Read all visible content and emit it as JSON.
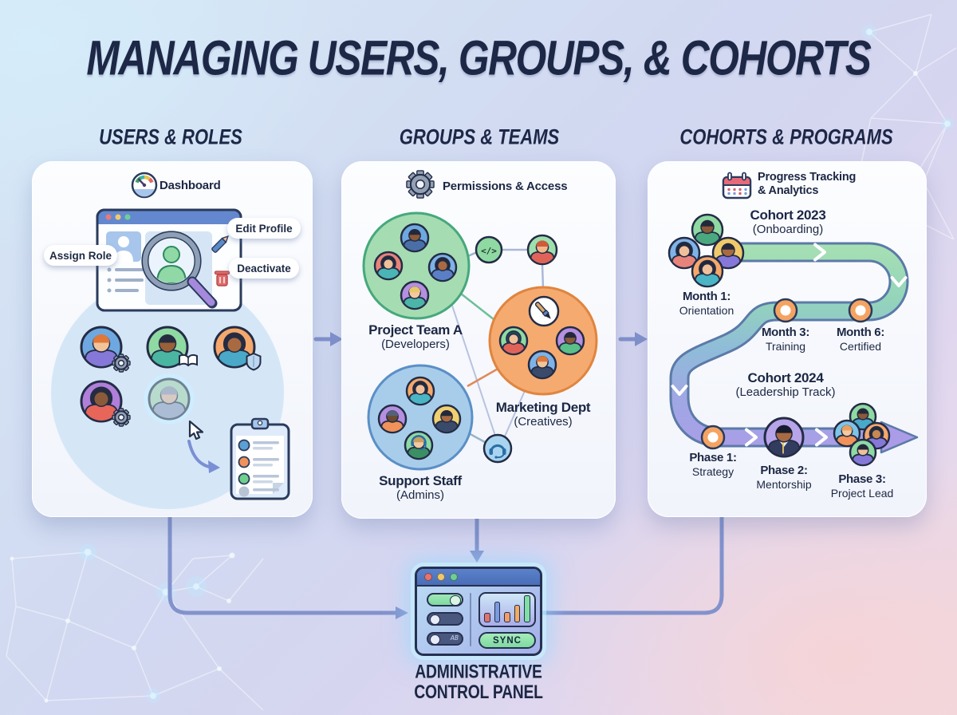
{
  "page": {
    "title": "MANAGING USERS, GROUPS, & COHORTS"
  },
  "section_headers": [
    {
      "label": "USERS & ROLES"
    },
    {
      "label": "GROUPS & TEAMS"
    },
    {
      "label": "COHORTS & PROGRAMS"
    }
  ],
  "users_panel": {
    "title": "Dashboard",
    "chip_assign": "Assign Role",
    "chip_edit": "Edit Profile",
    "chip_deactivate": "Deactivate",
    "browser_dot_colors": [
      "#e87a7a",
      "#f0c96a",
      "#6fcf97"
    ],
    "avatars": [
      {
        "bg": "#6fa8e0",
        "skin": "#f2c49a",
        "hair": "#e0783a",
        "shirt": "#8578d8",
        "type": "man",
        "badge": "gear"
      },
      {
        "bg": "#8fd9a3",
        "skin": "#9a6038",
        "hair": "#262c40",
        "shirt": "#4ab5a0",
        "type": "man",
        "badge": "book"
      },
      {
        "bg": "#f5a86b",
        "skin": "#a96a42",
        "hair": "#262c40",
        "shirt": "#4aa8c8",
        "type": "woman",
        "badge": "shield"
      },
      {
        "bg": "#b07fd9",
        "skin": "#8a5a3a",
        "hair": "#262c40",
        "shirt": "#e8655a",
        "type": "woman",
        "badge": "gear"
      },
      {
        "bg": "#9fd4ac",
        "skin": "#d8b49a",
        "hair": "#8a93a8",
        "shirt": "#8a9cb8",
        "type": "man",
        "badge": "none",
        "faded": true
      }
    ],
    "clipboard_row_colors": [
      "#5b9fd4",
      "#f0925a",
      "#6fcf8f",
      "#b8c4d4"
    ]
  },
  "groups_panel": {
    "title": "Permissions & Access",
    "code_badge_text": "</>",
    "clusters": [
      {
        "name": "Project Team A",
        "subtitle": "(Developers)",
        "fill": "#a5dcb2",
        "stroke": "#46a87c"
      },
      {
        "name": "Marketing Dept",
        "subtitle": "(Creatives)",
        "fill": "#f5aa70",
        "stroke": "#e0853f"
      },
      {
        "name": "Support Staff",
        "subtitle": "(Admins)",
        "fill": "#a8cdea",
        "stroke": "#5b8fc7"
      }
    ],
    "project_avatars": [
      {
        "bg": "#6fa8e0",
        "skin": "#8a5a3a",
        "hair": "#23283a",
        "shirt": "#4a6fa8",
        "type": "man"
      },
      {
        "bg": "#e8837a",
        "skin": "#f0c09a",
        "hair": "#23283a",
        "shirt": "#4ab5b5",
        "type": "woman"
      },
      {
        "bg": "#7fb3e8",
        "skin": "#a96a42",
        "hair": "#23283a",
        "shirt": "#5b7fc7",
        "type": "woman"
      },
      {
        "bg": "#b58fe0",
        "skin": "#f2c9a0",
        "hair": "#e8c96a",
        "shirt": "#4ab5a8",
        "type": "man"
      }
    ],
    "lone_avatar": {
      "bg": "#9fdfae",
      "skin": "#f0b88a",
      "hair": "#d05a3a",
      "shirt": "#e0635a",
      "type": "man"
    },
    "marketing_avatars": [
      {
        "bg": "#8fd9a3",
        "skin": "#f0c09a",
        "hair": "#1e4a55",
        "shirt": "#e0635a",
        "type": "woman"
      },
      {
        "bg": "#b58fe0",
        "skin": "#8a5a3a",
        "hair": "#23283a",
        "shirt": "#5bbf8a",
        "type": "man"
      },
      {
        "bg": "#7fb3e8",
        "skin": "#f2c49a",
        "hair": "#e0783a",
        "shirt": "#3a4a6b",
        "type": "man"
      }
    ],
    "support_avatars": [
      {
        "bg": "#f5a86b",
        "skin": "#f0c09a",
        "hair": "#23283a",
        "shirt": "#4ab5c4",
        "type": "woman"
      },
      {
        "bg": "#b58fe0",
        "skin": "#6b4a2e",
        "hair": "#55607a",
        "shirt": "#f0925a",
        "type": "man"
      },
      {
        "bg": "#f0d070",
        "skin": "#a96a42",
        "hair": "#23283a",
        "shirt": "#3a4a6b",
        "type": "man"
      },
      {
        "bg": "#8fd9a3",
        "skin": "#f2c9a0",
        "hair": "#c8a060",
        "shirt": "#3a8f63",
        "type": "headset"
      }
    ]
  },
  "cohorts_panel": {
    "title_line1": "Progress Tracking",
    "title_line2": "& Analytics",
    "milestones": [
      {
        "title": "Cohort 2023",
        "subtitle": "(Onboarding)"
      },
      {
        "title": "Month 1:",
        "subtitle": "Orientation"
      },
      {
        "title": "Month 3:",
        "subtitle": "Training"
      },
      {
        "title": "Month 6:",
        "subtitle": "Certified"
      },
      {
        "title": "Cohort 2024",
        "subtitle": "(Leadership Track)"
      },
      {
        "title": "Phase 1:",
        "subtitle": "Strategy"
      },
      {
        "title": "Phase 2:",
        "subtitle": "Mentorship"
      },
      {
        "title": "Phase 3:",
        "subtitle": "Project Lead"
      }
    ],
    "milestone_ring_color": "#f5a362",
    "path_colors": [
      "#a8e0b2",
      "#93d4bb",
      "#8fbcd8",
      "#9fa8e4",
      "#ab9ce8"
    ],
    "cohort1_avatars": [
      {
        "bg": "#8fd9a3",
        "skin": "#8a5a3a",
        "hair": "#23283a",
        "shirt": "#4aa87f",
        "type": "man"
      },
      {
        "bg": "#7fb3e8",
        "skin": "#f0c09a",
        "hair": "#23283a",
        "shirt": "#e8837a",
        "type": "woman"
      },
      {
        "bg": "#f0c96a",
        "skin": "#a96a42",
        "hair": "#23283a",
        "shirt": "#8578d8",
        "type": "man"
      },
      {
        "bg": "#f5a86b",
        "skin": "#f0c09a",
        "hair": "#23283a",
        "shirt": "#4ab5c4",
        "type": "woman"
      }
    ],
    "phase2_avatar": {
      "bg": "#b8a4e8",
      "skin": "#a96a42",
      "hair": "#181d2e",
      "shirt": "#323c5e",
      "type": "suit"
    },
    "phase3_avatars": [
      {
        "bg": "#8fd9a3",
        "skin": "#8a5a3a",
        "hair": "#23283a",
        "shirt": "#4aa8c8",
        "type": "man"
      },
      {
        "bg": "#7fc4e8",
        "skin": "#f2c9a0",
        "hair": "#e8a060",
        "shirt": "#f0925a",
        "type": "man"
      },
      {
        "bg": "#f5a86b",
        "skin": "#c98850",
        "hair": "#23283a",
        "shirt": "#8578d8",
        "type": "woman"
      },
      {
        "bg": "#8fd9a3",
        "skin": "#f0c09a",
        "hair": "#23283a",
        "shirt": "#8578d8",
        "type": "man"
      }
    ]
  },
  "control_panel": {
    "label_line1": "ADMINISTRATIVE",
    "label_line2": "CONTROL PANEL",
    "sync_label": "SYNC",
    "toggle3_mark": "AB",
    "dot_colors": [
      "#e8736a",
      "#f0c96a",
      "#6fcf8f"
    ],
    "toggles": [
      {
        "state": "on",
        "color": "#7fd9a0"
      },
      {
        "state": "off",
        "color": "#4a5880"
      },
      {
        "state": "off",
        "color": "#4a5880"
      }
    ],
    "chart_bars": [
      {
        "height": 12,
        "color": "#e0736e"
      },
      {
        "height": 26,
        "color": "#7b9be0"
      },
      {
        "height": 13,
        "color": "#f09e68"
      },
      {
        "height": 22,
        "color": "#f0ac5f"
      },
      {
        "height": 34,
        "color": "#7fdfa5"
      }
    ],
    "connector_color": "#8292cc"
  }
}
